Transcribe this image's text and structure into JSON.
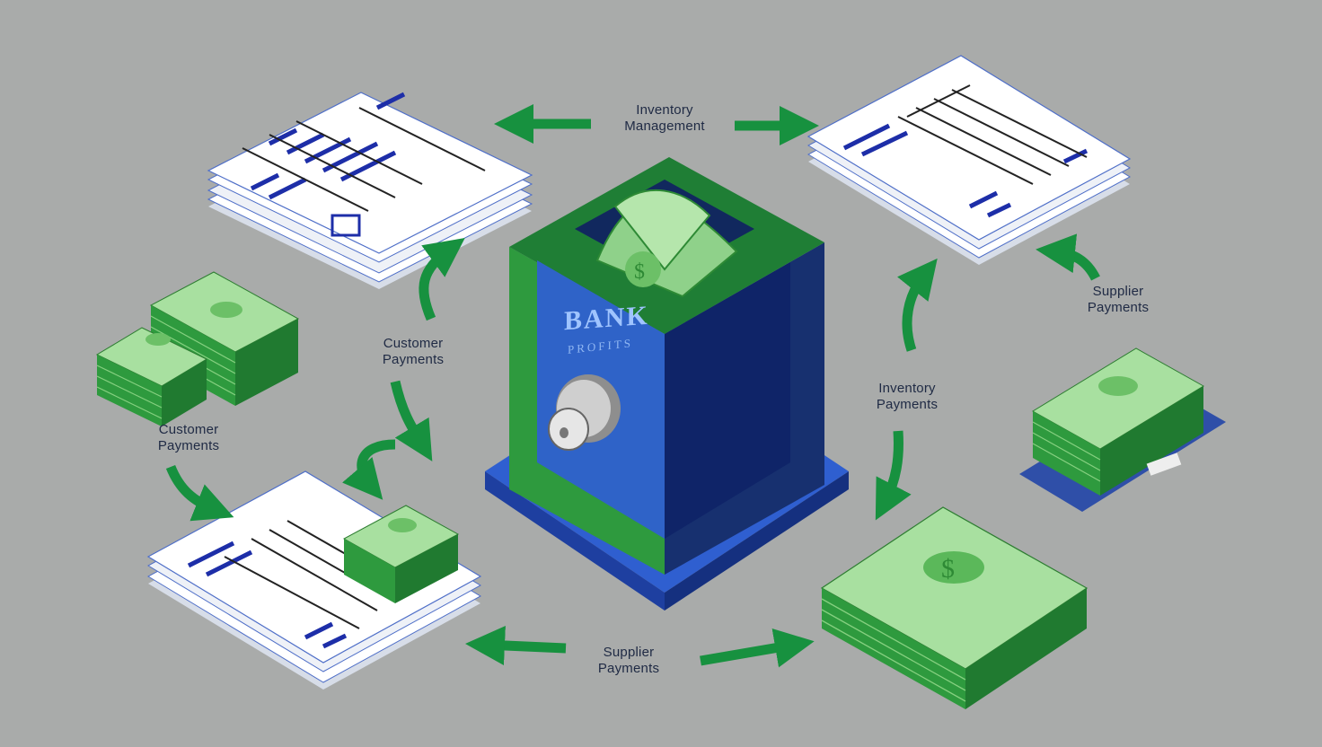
{
  "labels": {
    "top": [
      "Inventory",
      "Management"
    ],
    "left_inner": [
      "Customer",
      "Payments"
    ],
    "left_outer": [
      "Customer",
      "Payments"
    ],
    "right_inner": [
      "Inventory",
      "Payments"
    ],
    "right_outer": [
      "Supplier",
      "Payments"
    ],
    "bottom": [
      "Supplier",
      "Payments"
    ]
  },
  "bank": {
    "title": "BANK",
    "subtitle": "PROFITS"
  },
  "colors": {
    "background": "#a9abaa",
    "arrow": "#17913f",
    "vault_blue": "#2f63c8",
    "vault_green": "#2e9a3e",
    "money": "#8fd18a"
  }
}
